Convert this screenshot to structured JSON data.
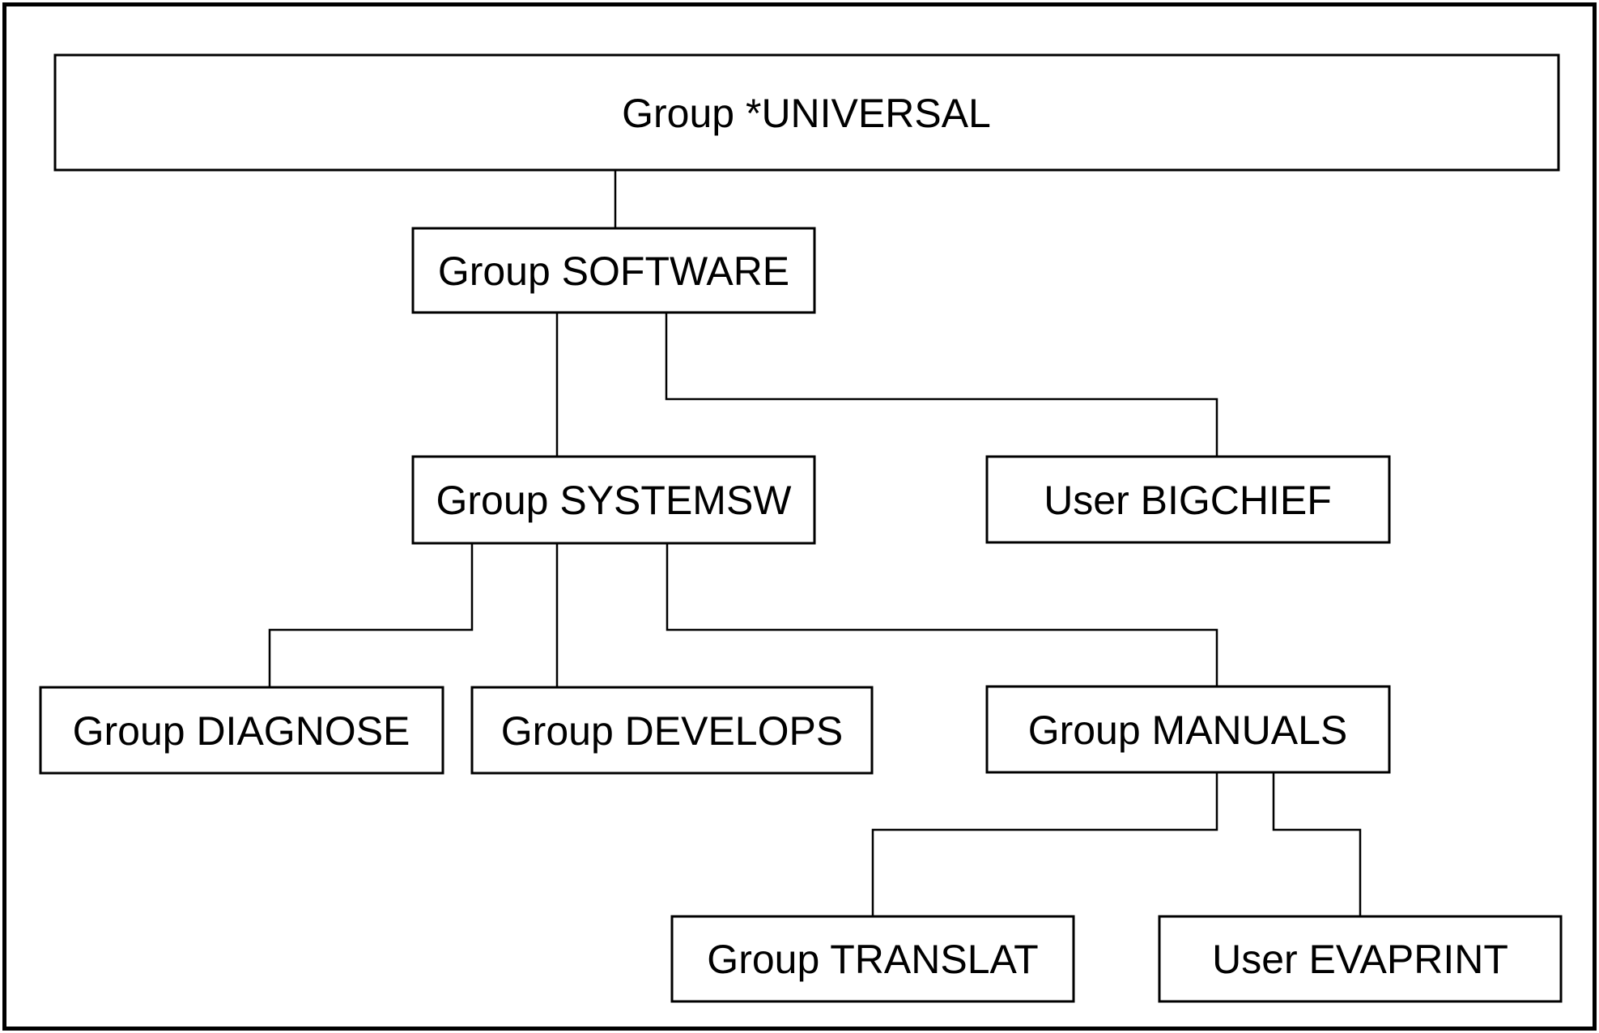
{
  "diagram": {
    "type": "hierarchy-tree",
    "background_color": "#ffffff",
    "line_color": "#000000",
    "text_color": "#000000"
  },
  "nodes": {
    "universal": {
      "label": "Group *UNIVERSAL",
      "kind": "Group",
      "name": "*UNIVERSAL"
    },
    "software": {
      "label": "Group SOFTWARE",
      "kind": "Group",
      "name": "SOFTWARE"
    },
    "systemsw": {
      "label": "Group SYSTEMSW",
      "kind": "Group",
      "name": "SYSTEMSW"
    },
    "bigchief": {
      "label": "User BIGCHIEF",
      "kind": "User",
      "name": "BIGCHIEF"
    },
    "diagnose": {
      "label": "Group DIAGNOSE",
      "kind": "Group",
      "name": "DIAGNOSE"
    },
    "develops": {
      "label": "Group DEVELOPS",
      "kind": "Group",
      "name": "DEVELOPS"
    },
    "manuals": {
      "label": "Group MANUALS",
      "kind": "Group",
      "name": "MANUALS"
    },
    "translat": {
      "label": "Group TRANSLAT",
      "kind": "Group",
      "name": "TRANSLAT"
    },
    "evaprint": {
      "label": "User EVAPRINT",
      "kind": "User",
      "name": "EVAPRINT"
    }
  },
  "edges": [
    {
      "from": "*UNIVERSAL",
      "to": "SOFTWARE"
    },
    {
      "from": "SOFTWARE",
      "to": "SYSTEMSW"
    },
    {
      "from": "SOFTWARE",
      "to": "BIGCHIEF"
    },
    {
      "from": "SYSTEMSW",
      "to": "DIAGNOSE"
    },
    {
      "from": "SYSTEMSW",
      "to": "DEVELOPS"
    },
    {
      "from": "SYSTEMSW",
      "to": "MANUALS"
    },
    {
      "from": "MANUALS",
      "to": "TRANSLAT"
    },
    {
      "from": "MANUALS",
      "to": "EVAPRINT"
    }
  ]
}
